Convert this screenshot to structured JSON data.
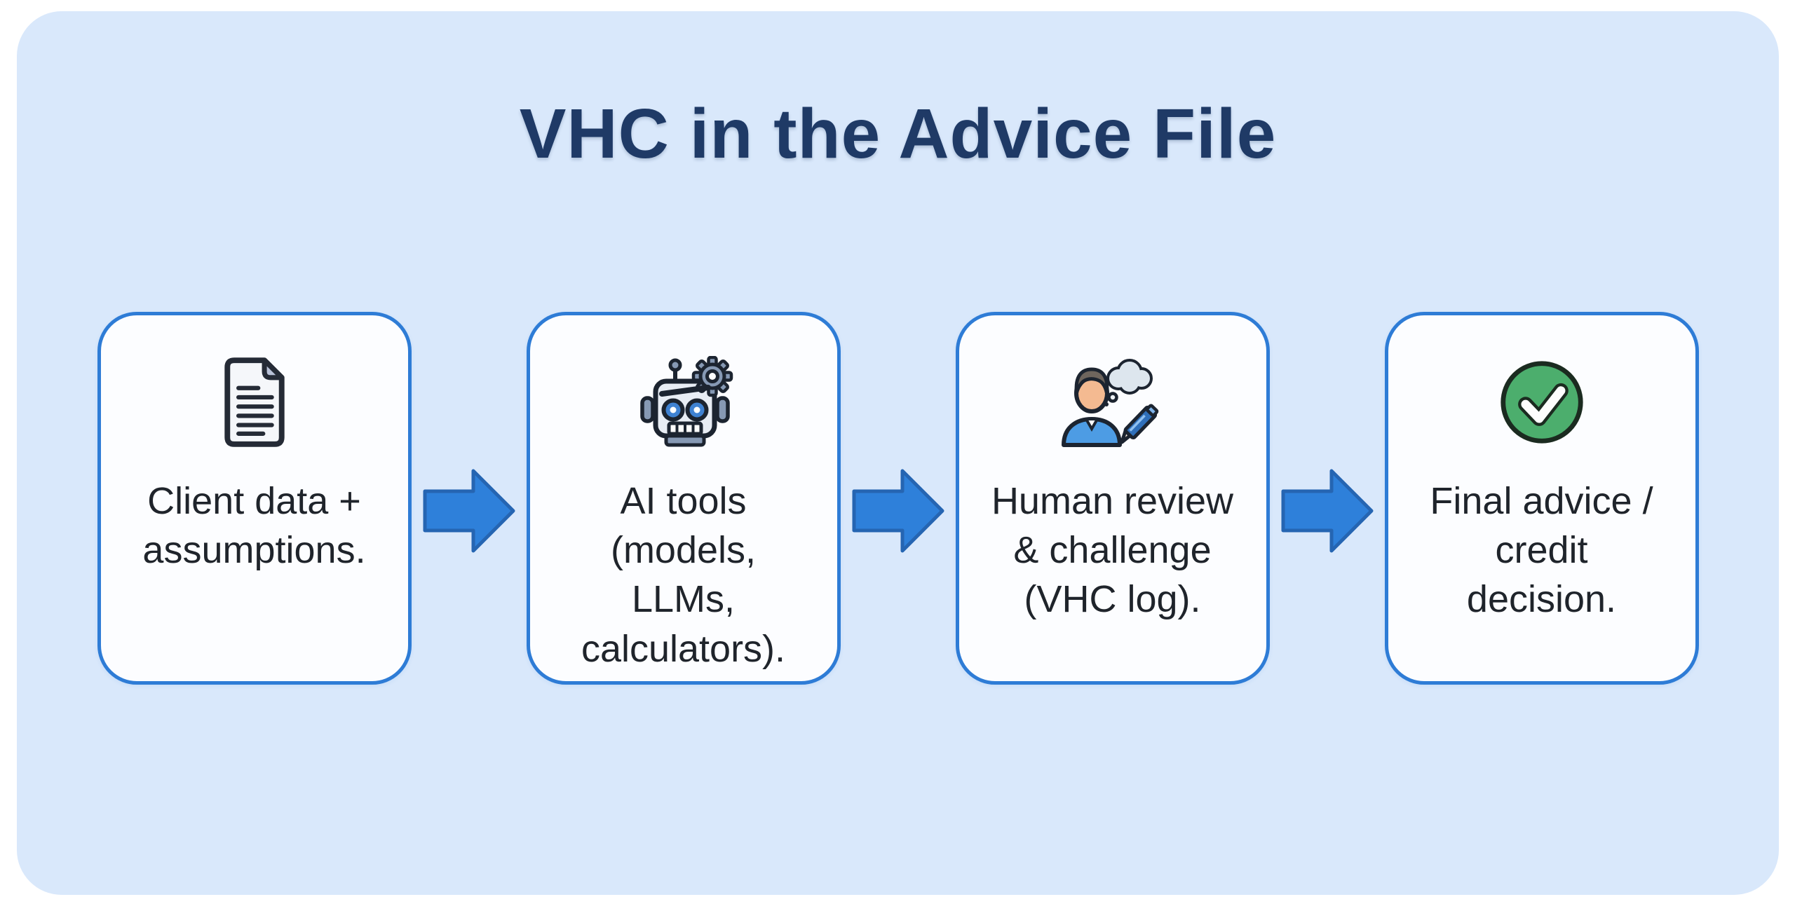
{
  "title": "VHC in the Advice File",
  "steps": [
    {
      "id": "client-data",
      "label": "Client data + assumptions.",
      "icon": "document-icon"
    },
    {
      "id": "ai-tools",
      "label": "AI tools (models, LLMs, calculators).",
      "icon": "robot-icon"
    },
    {
      "id": "human-review",
      "label": "Human review & challenge (VHC log).",
      "icon": "person-thinking-icon"
    },
    {
      "id": "final-advice",
      "label": "Final advice / credit decision.",
      "icon": "check-circle-icon"
    }
  ],
  "colors": {
    "panel_background": "#d9e8fb",
    "box_background": "#fcfdff",
    "box_border": "#2e7cd6",
    "arrow_fill": "#2e80da",
    "arrow_outline": "#2565b2",
    "title_text": "#1f3a66",
    "body_text": "#1f242b",
    "check_green": "#4cae6d"
  }
}
